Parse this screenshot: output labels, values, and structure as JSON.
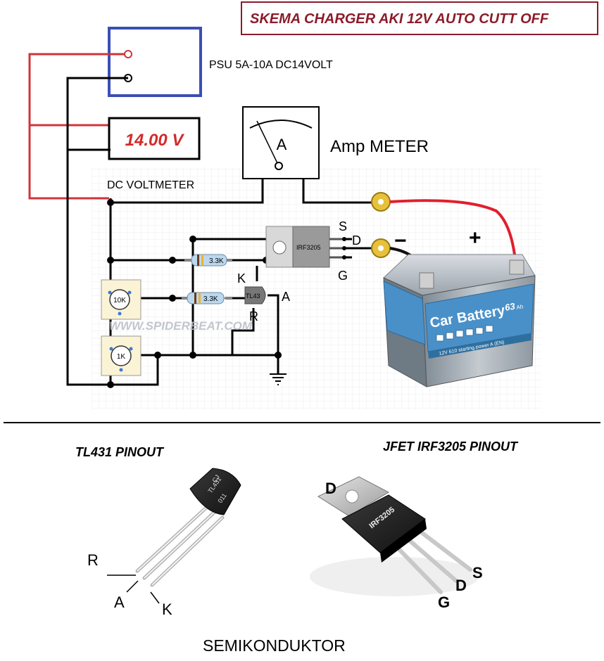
{
  "title": "SKEMA CHARGER AKI 12V AUTO CUTT OFF",
  "psu": {
    "label": "PSU 5A-10A DC14VOLT"
  },
  "voltmeter": {
    "reading": "14.00 V",
    "label": "DC VOLTMETER"
  },
  "ammeter": {
    "symbol": "A",
    "label": "Amp METER"
  },
  "mosfet": {
    "part": "IRF3205",
    "pins": {
      "s": "S",
      "d": "D",
      "g": "G"
    }
  },
  "resistors": {
    "r1": "3.3K",
    "r2": "3.3K"
  },
  "pots": {
    "p1": "10K",
    "p2": "1K"
  },
  "tl431": {
    "body": "TL43",
    "k": "K",
    "r": "R",
    "a": "A"
  },
  "battery": {
    "minus": "−",
    "plus": "+",
    "brand": "Car Battery",
    "capacity": "63",
    "capacity_unit": "Ah",
    "spec": "12V  610 starting power A (EN)"
  },
  "watermark": "WWW.SPIDERBEAT.COM",
  "tl431_pinout": {
    "title": "TL431 PINOUT",
    "marking": [
      "CJ",
      "TL431",
      "011"
    ],
    "pins": {
      "r": "R",
      "a": "A",
      "k": "K"
    }
  },
  "irf_pinout": {
    "title": "JFET IRF3205 PINOUT",
    "marking": "IRF3205",
    "pins": {
      "d_tab": "D",
      "g": "G",
      "d": "D",
      "s": "S"
    }
  },
  "footer": "SEMIKONDUKTOR",
  "colors": {
    "title": "#8b1c2c",
    "reading": "#d42a2a",
    "psu_border": "#3a4fb5",
    "positive_wire": "#d0343a",
    "battery_case": "#4a90c8"
  }
}
